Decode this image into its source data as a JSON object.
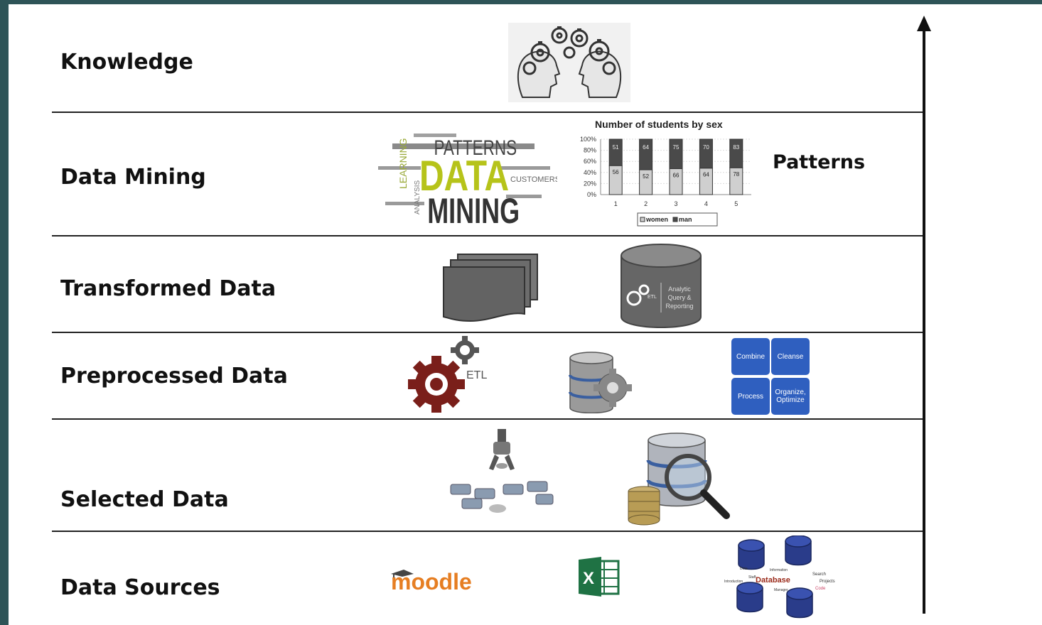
{
  "layers": [
    {
      "label": "Knowledge"
    },
    {
      "label": "Data Mining"
    },
    {
      "label": "Transformed Data"
    },
    {
      "label": "Preprocessed Data"
    },
    {
      "label": "Selected Data"
    },
    {
      "label": "Data Sources"
    }
  ],
  "data_mining": {
    "patterns_label": "Patterns",
    "word_cloud": {
      "words": [
        "PATTERNS",
        "DATA",
        "MINING",
        "LEARNING",
        "CUSTOMERS",
        "ANALYSIS"
      ]
    },
    "chart_data": {
      "type": "bar",
      "stacked": true,
      "title": "Number of students by sex",
      "categories": [
        "1",
        "2",
        "3",
        "4",
        "5"
      ],
      "y_ticks": [
        "100%",
        "80%",
        "60%",
        "40%",
        "20%",
        "0%"
      ],
      "ylim": [
        0,
        100
      ],
      "series": [
        {
          "name": "women",
          "values": [
            56,
            52,
            66,
            64,
            78
          ],
          "color": "#cfcfcf"
        },
        {
          "name": "man",
          "values": [
            51,
            64,
            75,
            70,
            83
          ],
          "color": "#4a4a4a"
        }
      ],
      "legend": "bottom"
    }
  },
  "transformed": {
    "db_text": [
      "Analytic",
      "Query &",
      "Reporting"
    ],
    "gear_text": "ETL"
  },
  "preprocessed": {
    "etl_label": "ETL",
    "tiles": [
      "Combine",
      "Cleanse",
      "Process",
      "Organize,\nOptimize"
    ],
    "tile_color": "#2f5fbf"
  },
  "sources": {
    "moodle": "moodle",
    "excel": "X",
    "db_cluster_words": [
      "Data",
      "Information",
      "Database",
      "Search",
      "Projects",
      "Code",
      "Introduction",
      "Staff",
      "Manager"
    ]
  },
  "colors": {
    "axis": "#111111",
    "gear_red": "#7a1f1a",
    "excel_green": "#1f7244",
    "moodle_orange": "#e67e22"
  }
}
